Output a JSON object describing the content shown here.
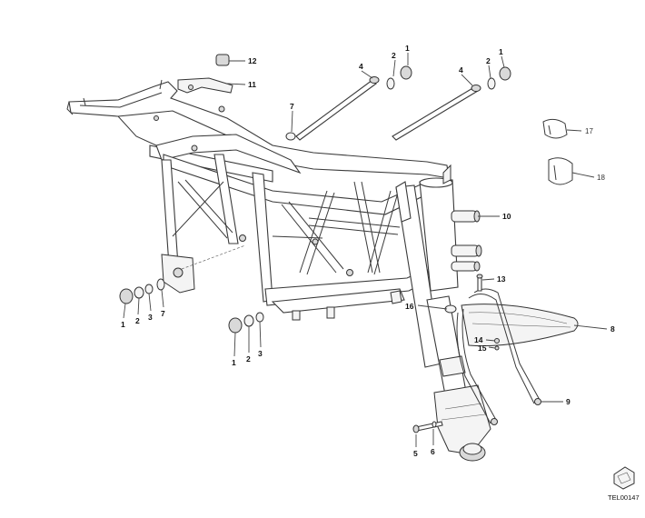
{
  "diagram": {
    "catalog_code": "TEL00147",
    "callouts": [
      {
        "id": "c1a",
        "text": "1"
      },
      {
        "id": "c2a",
        "text": "2"
      },
      {
        "id": "c4a",
        "text": "4"
      },
      {
        "id": "c4b",
        "text": "4"
      },
      {
        "id": "c2b",
        "text": "2"
      },
      {
        "id": "c1b",
        "text": "1"
      },
      {
        "id": "c12",
        "text": "12"
      },
      {
        "id": "c11",
        "text": "11"
      },
      {
        "id": "c7a",
        "text": "7"
      },
      {
        "id": "c17",
        "text": "17"
      },
      {
        "id": "c18",
        "text": "18"
      },
      {
        "id": "c10",
        "text": "10"
      },
      {
        "id": "c13",
        "text": "13"
      },
      {
        "id": "c16",
        "text": "16"
      },
      {
        "id": "c8",
        "text": "8"
      },
      {
        "id": "c14",
        "text": "14"
      },
      {
        "id": "c15",
        "text": "15"
      },
      {
        "id": "c9",
        "text": "9"
      },
      {
        "id": "c5",
        "text": "5"
      },
      {
        "id": "c6",
        "text": "6"
      },
      {
        "id": "c1c",
        "text": "1"
      },
      {
        "id": "c2c",
        "text": "2"
      },
      {
        "id": "c3a",
        "text": "3"
      },
      {
        "id": "c7b",
        "text": "7"
      },
      {
        "id": "c1d",
        "text": "1"
      },
      {
        "id": "c2d",
        "text": "2"
      },
      {
        "id": "c3b",
        "text": "3"
      }
    ]
  }
}
